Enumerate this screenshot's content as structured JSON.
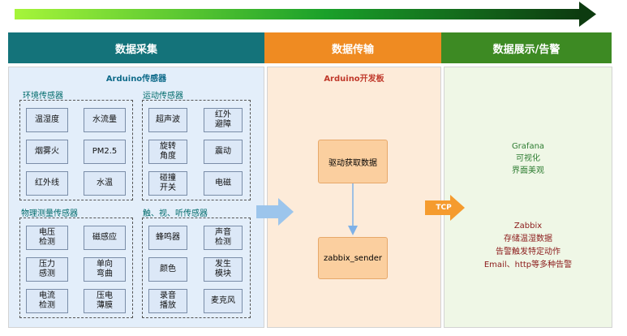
{
  "columns": {
    "collect": {
      "title": "数据采集",
      "subtitle": "Arduino传感器"
    },
    "transfer": {
      "title": "数据传输",
      "subtitle": "Arduino开发板",
      "steps": [
        "驱动获取数据",
        "zabbix_sender"
      ]
    },
    "display": {
      "title": "数据展示/告警"
    }
  },
  "groups": {
    "env": {
      "label": "环境传感器",
      "items": [
        "温湿度",
        "水流量",
        "烟雾火",
        "PM2.5",
        "红外线",
        "水温"
      ]
    },
    "motion": {
      "label": "运动传感器",
      "items": [
        "超声波",
        "红外\n避障",
        "旋转\n角度",
        "震动",
        "碰撞\n开关",
        "电磁"
      ]
    },
    "physics": {
      "label": "物理测量传感器",
      "items": [
        "电压\n检测",
        "磁感应",
        "压力\n感测",
        "单向\n弯曲",
        "电流\n检测",
        "压电\n薄膜"
      ]
    },
    "senses": {
      "label": "触、视、听传感器",
      "items": [
        "蜂鸣器",
        "声音\n检测",
        "颜色",
        "发生\n模块",
        "录音\n播放",
        "麦克风"
      ]
    }
  },
  "protocol": "TCP",
  "grafana": [
    "Grafana",
    "可视化",
    "界面美观"
  ],
  "zabbix": [
    "Zabbix",
    "存储温湿数据",
    "告警触发特定动作",
    "Email、http等多种告警"
  ],
  "colors": {
    "collect_header": "#14737a",
    "transfer_header": "#ef8b22",
    "display_header": "#3d8a23",
    "collect_bg": "#e3eefa",
    "transfer_bg": "#fdebd9",
    "display_bg": "#eff7e6"
  }
}
